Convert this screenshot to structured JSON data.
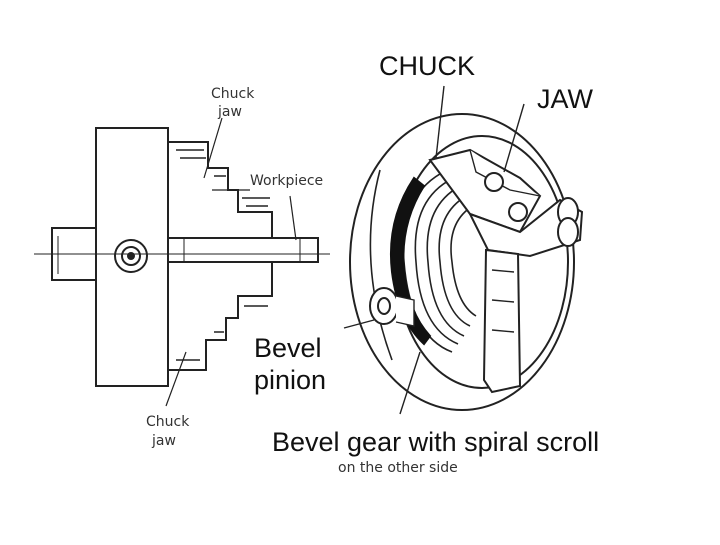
{
  "labels": {
    "chuck": "CHUCK",
    "jaw": "JAW",
    "bevel_pinion_line1": "Bevel",
    "bevel_pinion_line2": "pinion",
    "bevel_gear": "Bevel gear with spiral scroll",
    "chuck_jaw_top_line1": "Chuck",
    "chuck_jaw_top_line2": "jaw",
    "workpiece": "Workpiece",
    "chuck_jaw_bottom_line1": "Chuck",
    "chuck_jaw_bottom_line2": "jaw",
    "other_side": "on the other side"
  }
}
